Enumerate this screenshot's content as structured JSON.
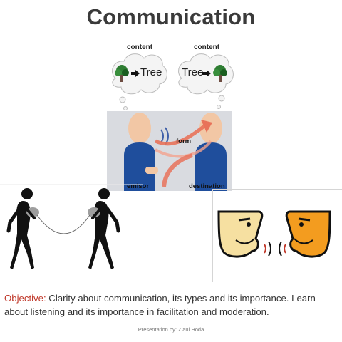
{
  "title": "Communication",
  "diagram": {
    "left_bubble": {
      "label": "content",
      "word": "Tree"
    },
    "right_bubble": {
      "label": "content",
      "word": "Tree"
    },
    "arrow_label": "form",
    "sender_label": "emisor",
    "receiver_label": "destination"
  },
  "objective": {
    "lead": "Objective:",
    "text": " Clarity about communication, its types and  its importance. Learn about listening and its importance in facilitation and moderation."
  },
  "credit": "Presentation by: Ziaul Hoda",
  "colors": {
    "title": "#3a3a3a",
    "objective_lead": "#c0392b",
    "shirt": "#1f4e9c",
    "arrow": "#e8725a"
  }
}
